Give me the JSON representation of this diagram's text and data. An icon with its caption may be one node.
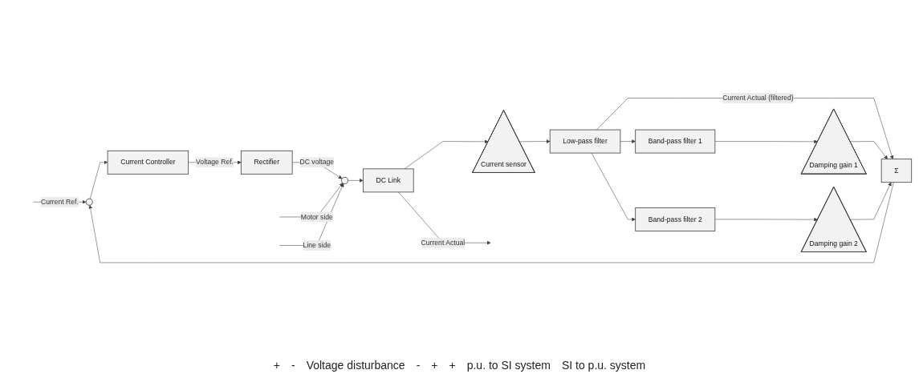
{
  "diagram": {
    "nodes": [
      {
        "text": [],
        "shape": "circle"
      },
      {
        "text": [
          "Current Controller"
        ]
      },
      {
        "text": [
          "Rectifier"
        ]
      },
      {
        "text": [],
        "shape": "circle"
      },
      {
        "text": [
          "DC Link"
        ]
      },
      {
        "text": [
          "Current sensor"
        ]
      },
      {
        "text": [
          "Low-pass filter"
        ]
      },
      {
        "text": [
          "Σ"
        ]
      },
      {
        "text": [
          "Band-pass filter 1"
        ]
      },
      {
        "text": [
          "Damping gain 1"
        ]
      },
      {
        "text": [
          "Band-pass filter 2"
        ]
      },
      {
        "text": [
          "Damping gain 2"
        ]
      }
    ],
    "edges": [
      {
        "from": null,
        "to": 0,
        "arrow": "to",
        "label": "Current Ref."
      },
      {
        "from": 0,
        "to": 1,
        "arrow": "to"
      },
      {
        "from": 1,
        "to": 2,
        "arrow": "to",
        "label": "Voltage Ref."
      },
      {
        "from": 2,
        "to": 3,
        "arrow": "to",
        "label": "DC voltage"
      },
      {
        "from": null,
        "to": 3,
        "arrow": "to",
        "label": "Motor side"
      },
      {
        "from": null,
        "to": 3,
        "arrow": "to",
        "label": "Line side"
      },
      {
        "from": 3,
        "to": 4,
        "arrow": "to"
      },
      {
        "from": 4,
        "to": null,
        "arrow": "to",
        "label": "Current Actual"
      },
      {
        "from": 4,
        "to": 5,
        "arrow": "to"
      },
      {
        "from": 5,
        "to": 6,
        "arrow": "to"
      },
      {
        "from": 6,
        "to": 7,
        "arrow": "to",
        "label": "Current Actual (filtered)"
      },
      {
        "from": 6,
        "to": 8,
        "arrow": "to"
      },
      {
        "from": 6,
        "to": 10,
        "arrow": "to"
      },
      {
        "from": 8,
        "to": 9,
        "arrow": "to"
      },
      {
        "from": 10,
        "to": 11,
        "arrow": "to"
      },
      {
        "from": 9,
        "to": 7,
        "arrow": "to"
      },
      {
        "from": 11,
        "to": 7,
        "arrow": "to"
      },
      {
        "from": 7,
        "to": 0,
        "arrow": "to"
      }
    ],
    "labels": [
      "+",
      "-",
      "Voltage disturbance",
      "-",
      "+",
      "+",
      "p.u. to SI system",
      "SI to p.u. system"
    ]
  }
}
